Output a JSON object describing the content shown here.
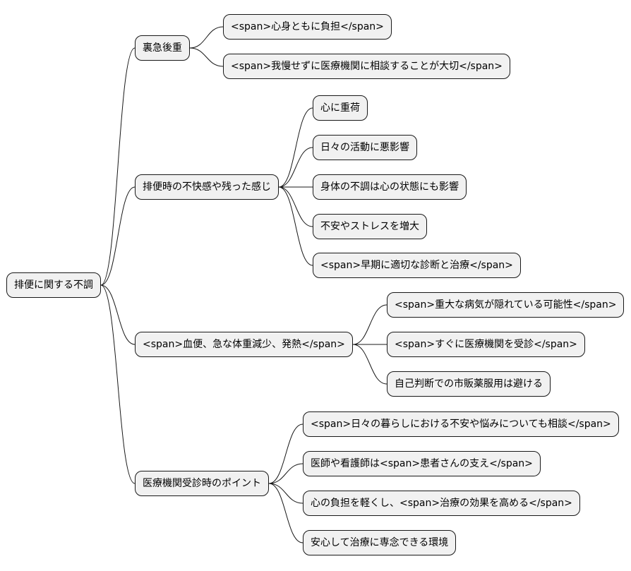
{
  "mindmap": {
    "root": {
      "id": "root",
      "label": "排便に関する不調"
    },
    "branches": [
      {
        "id": "b1",
        "label": "裏急後重",
        "children": [
          {
            "id": "b1c1",
            "label": "<span>心身ともに負担</span>"
          },
          {
            "id": "b1c2",
            "label": "<span>我慢せずに医療機関に相談することが大切</span>"
          }
        ]
      },
      {
        "id": "b2",
        "label": "排便時の不快感や残った感じ",
        "children": [
          {
            "id": "b2c1",
            "label": "心に重荷"
          },
          {
            "id": "b2c2",
            "label": "日々の活動に悪影響"
          },
          {
            "id": "b2c3",
            "label": "身体の不調は心の状態にも影響"
          },
          {
            "id": "b2c4",
            "label": "不安やストレスを増大"
          },
          {
            "id": "b2c5",
            "label": "<span>早期に適切な診断と治療</span>"
          }
        ]
      },
      {
        "id": "b3",
        "label": "<span>血便、急な体重減少、発熱</span>",
        "children": [
          {
            "id": "b3c1",
            "label": "<span>重大な病気が隠れている可能性</span>"
          },
          {
            "id": "b3c2",
            "label": "<span>すぐに医療機関を受診</span>"
          },
          {
            "id": "b3c3",
            "label": "自己判断での市販薬服用は避ける"
          }
        ]
      },
      {
        "id": "b4",
        "label": "医療機関受診時のポイント",
        "children": [
          {
            "id": "b4c1",
            "label": "<span>日々の暮らしにおける不安や悩みについても相談</span>"
          },
          {
            "id": "b4c2",
            "label": "医師や看護師は<span>患者さんの支え</span>"
          },
          {
            "id": "b4c3",
            "label": "心の負担を軽くし、<span>治療の効果を高める</span>"
          },
          {
            "id": "b4c4",
            "label": "安心して治療に専念できる環境"
          }
        ]
      }
    ]
  }
}
